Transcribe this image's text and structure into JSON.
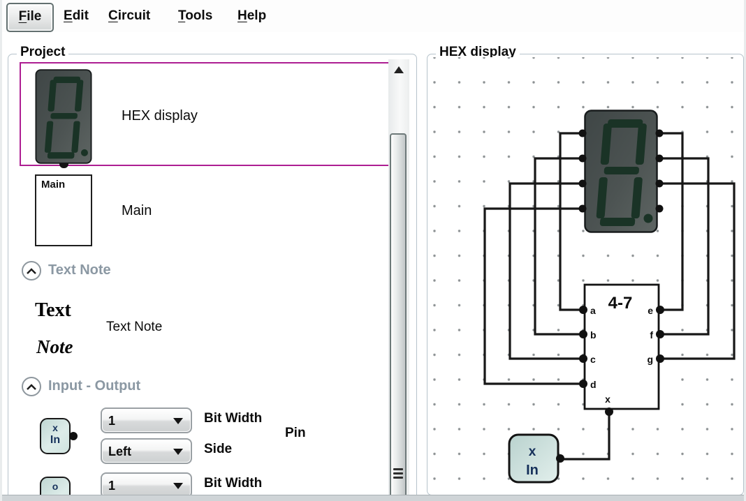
{
  "menu": {
    "items": [
      {
        "key": "F",
        "rest": "ile"
      },
      {
        "key": "E",
        "rest": "dit"
      },
      {
        "key": "C",
        "rest": "ircuit"
      },
      {
        "key": "T",
        "rest": "ools"
      },
      {
        "key": "H",
        "rest": "elp"
      }
    ]
  },
  "project": {
    "title": "Project",
    "items": [
      {
        "label": "HEX display"
      },
      {
        "label": "Main",
        "icon_text": "Main"
      }
    ],
    "text_note_section": {
      "header": "Text Note",
      "preview_line1": "Text",
      "preview_line2": "Note",
      "label": "Text Note"
    },
    "io_section": {
      "header": "Input - Output",
      "pin": {
        "block_top": "x",
        "block_bottom": "In",
        "bit_width_value": "1",
        "bit_width_label": "Bit Width",
        "side_value": "Left",
        "side_label": "Side",
        "type_label": "Pin"
      },
      "next_row": {
        "block_partial": "o",
        "bit_width_value": "1",
        "bit_width_label": "Bit Width"
      }
    }
  },
  "hex_panel": {
    "title": "HEX display",
    "decoder": {
      "title": "4-7",
      "pin_a": "a",
      "pin_b": "b",
      "pin_c": "c",
      "pin_d": "d",
      "pin_e": "e",
      "pin_f": "f",
      "pin_g": "g",
      "pin_x": "x"
    },
    "input_block": {
      "top": "x",
      "bottom": "In"
    }
  },
  "colors": {
    "selection_magenta": "#ad1e92",
    "groupbox_border": "#b6c3cb",
    "section_header_gray": "#8b98a3",
    "teal_block": "#cfe2de",
    "block_text_navy": "#17325c",
    "display_body": "#4c5352",
    "segment_green": "#1a3326",
    "wire_black": "#171717",
    "grid_dot": "#8c9193"
  }
}
